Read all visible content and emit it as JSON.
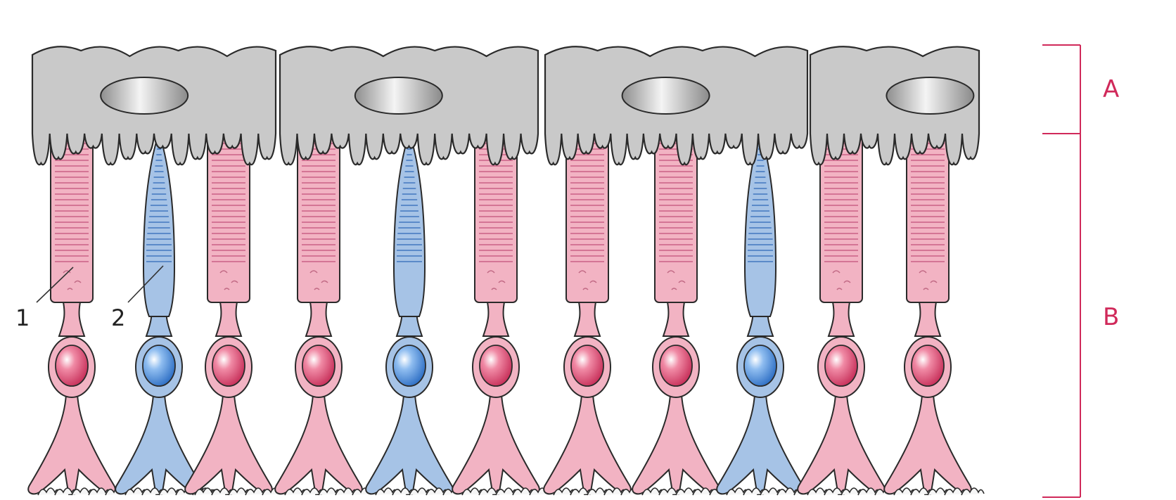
{
  "diagram": {
    "labels": {
      "section_a": "A",
      "section_b": "B",
      "callout_1": "1",
      "callout_2": "2"
    },
    "cell_sequence": [
      "rod",
      "cone",
      "rod",
      "rod",
      "cone",
      "rod",
      "rod",
      "rod",
      "cone",
      "rod",
      "rod"
    ],
    "colors": {
      "rod_fill": "#f2b3c3",
      "rod_lines": "#c2507a",
      "rod_nucleus": "#d8466e",
      "cone_fill": "#a6c3e6",
      "cone_lines": "#2f68b8",
      "cone_nucleus": "#3f86d8",
      "epithelium": "#c9c9c9",
      "epithelium_nucleus": "#9d9d9d",
      "outline": "#2a2a2a",
      "bracket": "#d0295a"
    }
  }
}
